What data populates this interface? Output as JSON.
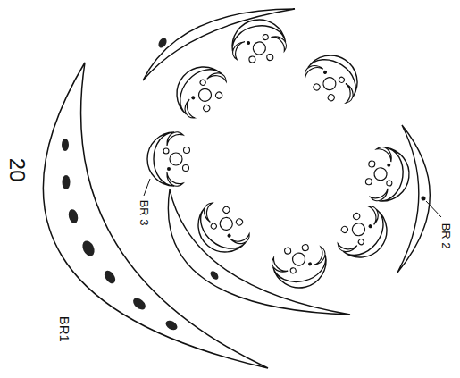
{
  "diagram": {
    "labels": [
      "20",
      "BR1",
      "BR 2",
      "BR 3"
    ]
  }
}
